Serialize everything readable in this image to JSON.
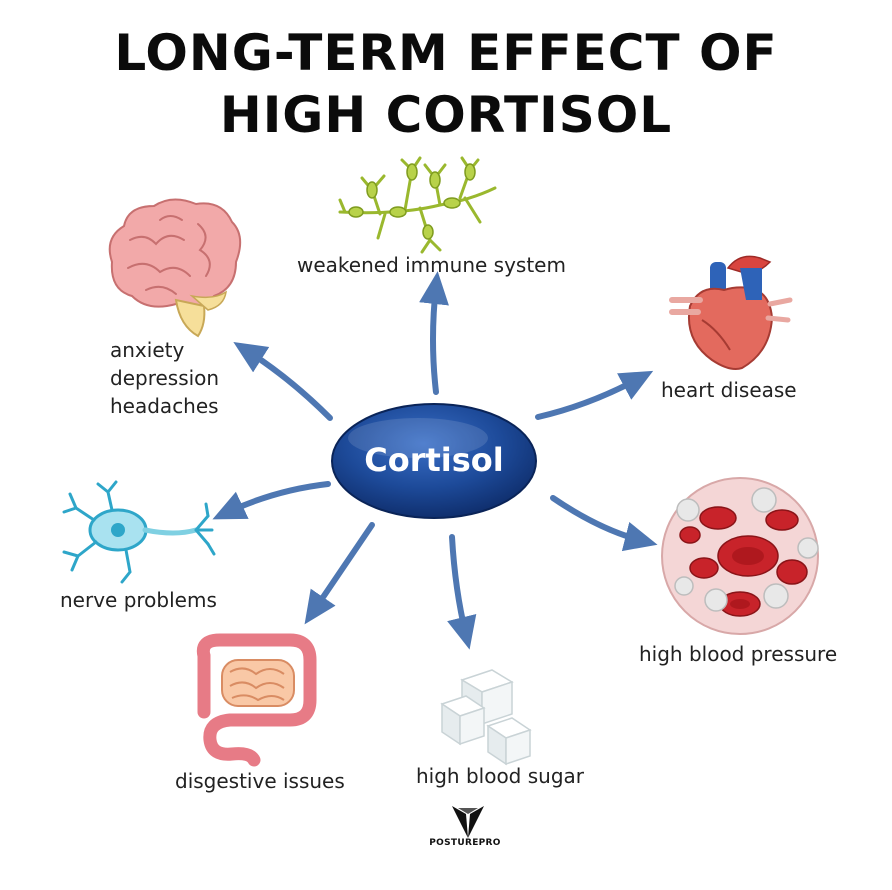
{
  "title": {
    "line1": "LONG-TERM EFFECT OF",
    "line2": "HIGH CORTISOL"
  },
  "center": {
    "label": "Cortisol"
  },
  "effects": {
    "immune": "weakened immune system",
    "brain": [
      "anxiety",
      "depression",
      "headaches"
    ],
    "heart": "heart disease",
    "nerve": "nerve problems",
    "blood_pressure": "high blood pressure",
    "digestive": "disgestive issues",
    "sugar": "high blood sugar"
  },
  "brand": {
    "name": "POSTUREPRO"
  },
  "colors": {
    "arrow": "#4e77b2",
    "ellipse": "#1a3f86",
    "title": "#0b0b0b"
  }
}
